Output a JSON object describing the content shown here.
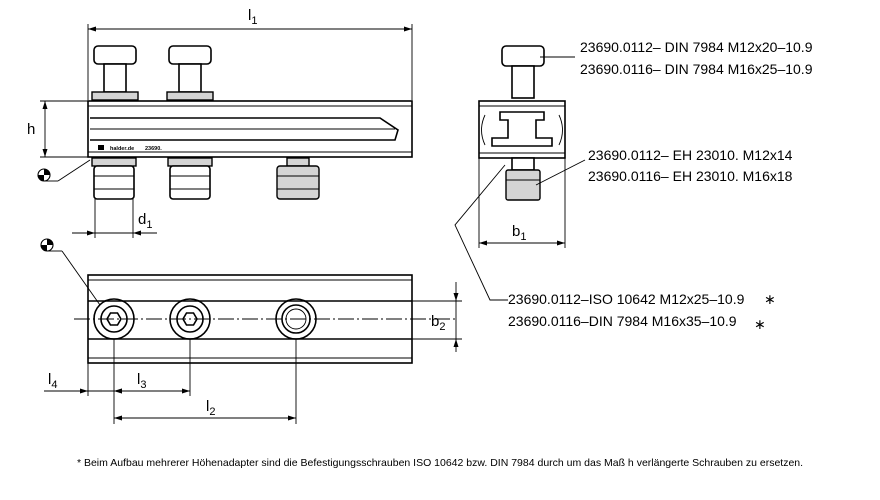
{
  "dimensions": {
    "l1": {
      "main": "l",
      "sub": "1"
    },
    "h": {
      "main": "h"
    },
    "d1": {
      "main": "d",
      "sub": "1"
    },
    "b1": {
      "main": "b",
      "sub": "1"
    },
    "b2": {
      "main": "b",
      "sub": "2"
    },
    "l2": {
      "main": "l",
      "sub": "2"
    },
    "l3": {
      "main": "l",
      "sub": "3"
    },
    "l4": {
      "main": "l",
      "sub": "4"
    }
  },
  "part_labels": {
    "screw_din_7984_small": "23690.0112– DIN 7984 M12x20–10.9",
    "screw_din_7984_large": "23690.0116– DIN 7984 M16x25–10.9",
    "tslot_nut_small": "23690.0112– EH 23010.  M12x14",
    "tslot_nut_large": "23690.0116– EH 23010.  M16x18",
    "fastening_screw_small": "23690.0112–ISO 10642 M12x25–10.9",
    "fastening_screw_large": "23690.0116–DIN 7984 M16x35–10.9",
    "asterisk": "∗"
  },
  "marking": {
    "brand": "halder.de",
    "article": "23690."
  },
  "footnote": "* Beim Aufbau mehrerer Höhenadapter sind die Befestigungsschrauben ISO 10642 bzw. DIN 7984 durch um das Maß h verlängerte Schrauben zu ersetzen."
}
